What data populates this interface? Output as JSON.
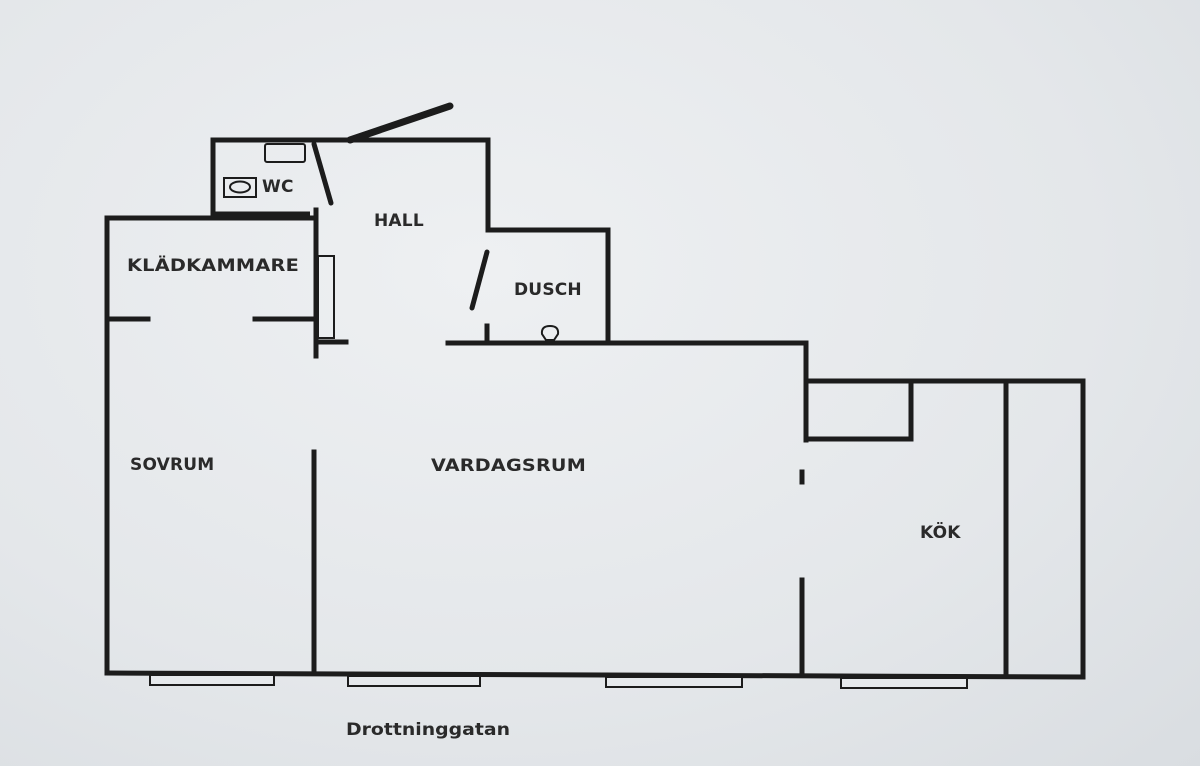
{
  "rooms": {
    "wc": "WC",
    "hall": "HALL",
    "kladkammare": "KLÄDKAMMARE",
    "dusch": "DUSCH",
    "sovrum": "SOVRUM",
    "vardagsrum": "VARDAGSRUM",
    "kok": "KÖK"
  },
  "street": "Drottninggatan",
  "colors": {
    "wall": "#1c1c1c",
    "paper": "#e6e9ec"
  }
}
